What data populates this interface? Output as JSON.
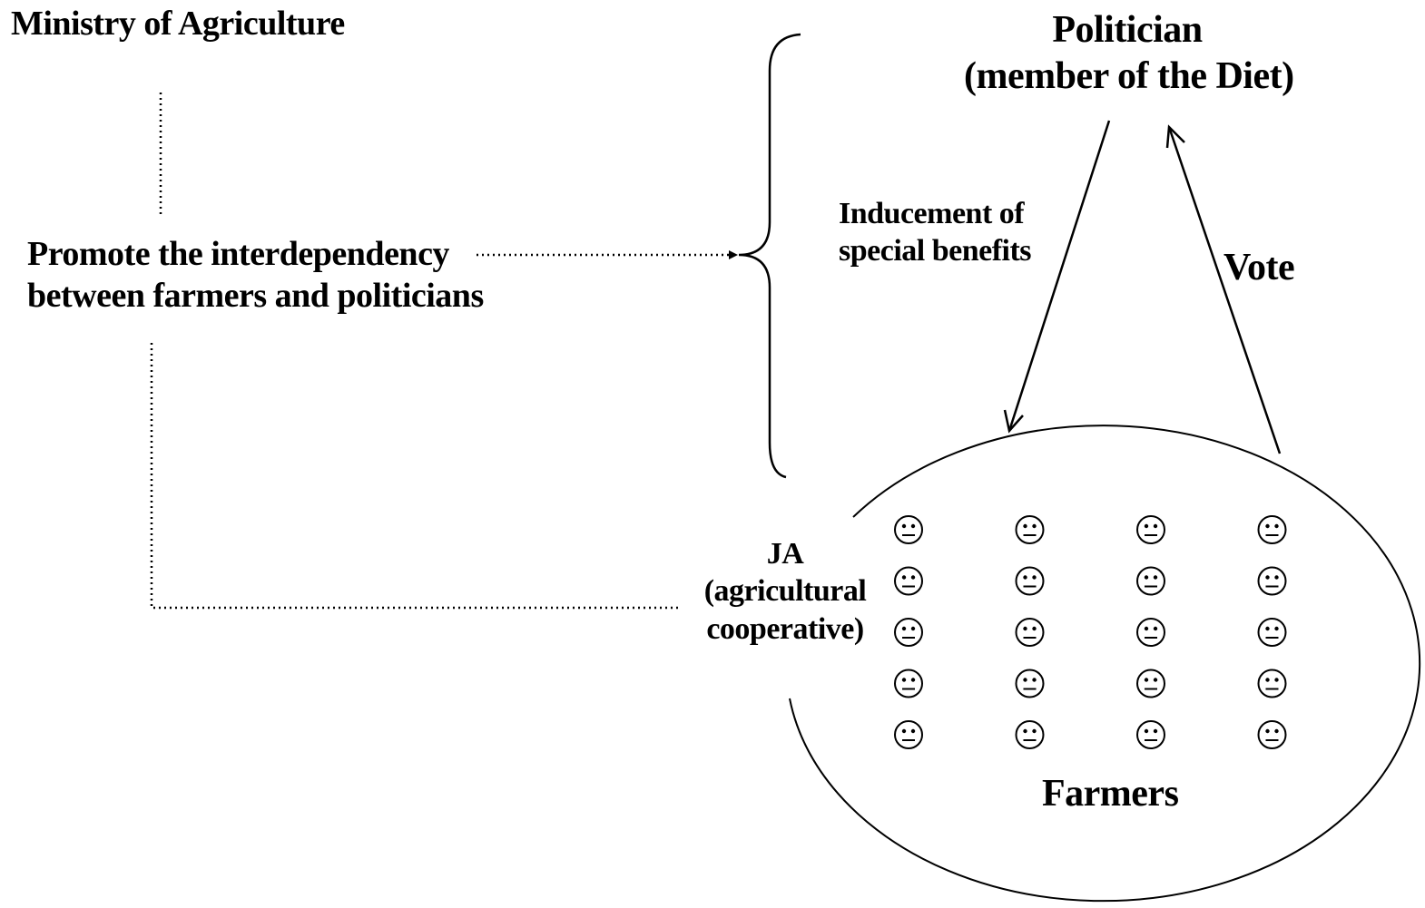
{
  "ministry": {
    "label": "Ministry of Agriculture"
  },
  "promote": {
    "line1": "Promote the interdependency",
    "line2": "between farmers and politicians"
  },
  "politician": {
    "line1": "Politician",
    "line2": "(member of the Diet)"
  },
  "inducement": {
    "line1": "Inducement of",
    "line2": "special benefits"
  },
  "vote": {
    "label": "Vote"
  },
  "ja": {
    "line1": "JA",
    "line2": "(agricultural",
    "line3": "cooperative)"
  },
  "farmers": {
    "label": "Farmers",
    "rows": 5,
    "cols": 4,
    "face_icon": "neutral-face-icon"
  },
  "colors": {
    "stroke": "#000000",
    "background": "#ffffff"
  }
}
